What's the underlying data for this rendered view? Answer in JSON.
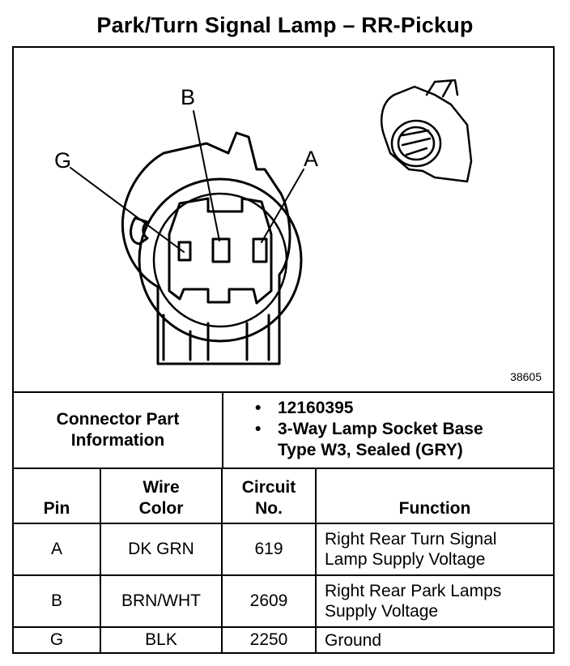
{
  "title": "Park/Turn Signal Lamp – RR-Pickup",
  "figure": {
    "code": "38605",
    "pin_labels": {
      "a": "A",
      "b": "B",
      "g": "G"
    }
  },
  "connector_info": {
    "label": "Connector Part\nInformation",
    "items": [
      "12160395",
      "3-Way Lamp Socket Base\nType W3, Sealed (GRY)"
    ]
  },
  "table": {
    "headers": {
      "pin": "Pin",
      "wire_color": "Wire\nColor",
      "circuit": "Circuit\nNo.",
      "function": "Function"
    },
    "rows": [
      {
        "pin": "A",
        "wire_color": "DK GRN",
        "circuit": "619",
        "function": "Right Rear Turn Signal\nLamp Supply Voltage"
      },
      {
        "pin": "B",
        "wire_color": "BRN/WHT",
        "circuit": "2609",
        "function": "Right Rear Park Lamps\nSupply Voltage"
      },
      {
        "pin": "G",
        "wire_color": "BLK",
        "circuit": "2250",
        "function": "Ground"
      }
    ]
  }
}
